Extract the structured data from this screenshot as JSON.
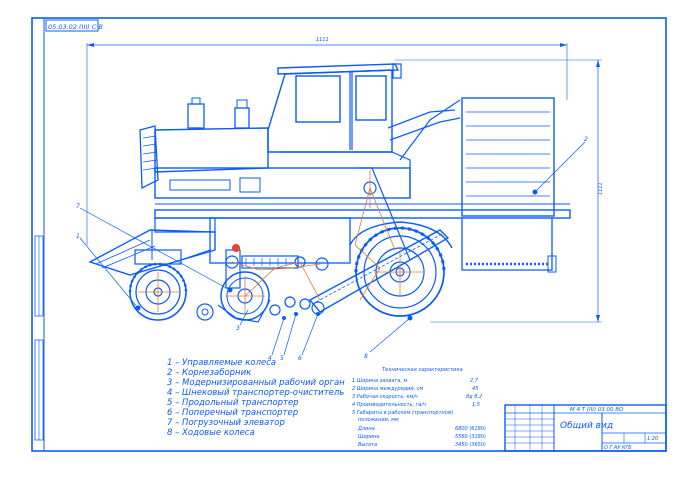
{
  "frame": {
    "stamp": "05.03.02 (III) С В"
  },
  "dimensions": {
    "overall_length": "1111",
    "overall_height": "1111"
  },
  "callouts": [
    "1",
    "2",
    "3",
    "4",
    "5",
    "6",
    "7",
    "8"
  ],
  "legend": [
    "1 – Управляемые колеса",
    "2 – Корнезаборник",
    "3 – Модернизированный рабочий орган",
    "4 – Шнековый транспортер-очиститель",
    "5 – Продольный транспортер",
    "6 – Поперечный транспортер",
    "7 – Погрузочный элеватор",
    "8 – Ходовые колеса"
  ],
  "specs": {
    "title": "Техническая характеристика",
    "rows": [
      {
        "label": "1 Ширина захвата, м",
        "value": "2,7"
      },
      {
        "label": "2 Ширина междурядий, см",
        "value": "45"
      },
      {
        "label": "3 Рабочая скорость, км/ч",
        "value": "8д 8,2"
      },
      {
        "label": "4 Производительность, га/ч",
        "value": "1,5"
      },
      {
        "label": "5 Габариты в рабочем (транспортном)",
        "value": ""
      },
      {
        "label": "положении, мм",
        "value": ""
      },
      {
        "label": "Длина",
        "value": "6800 (6180)"
      },
      {
        "label": "Ширина",
        "value": "5560 (3180)"
      },
      {
        "label": "Высота",
        "value": "3450 (3650)"
      }
    ]
  },
  "title_block": {
    "code": "М 4 Т (III) 03.00 ВО",
    "title": "Общий вид",
    "org": "О Г АУ КГБ",
    "scale": "1:20"
  },
  "colors": {
    "line": "#0a5bff",
    "axis": "#e07a2f",
    "marker": "#e8432e"
  }
}
